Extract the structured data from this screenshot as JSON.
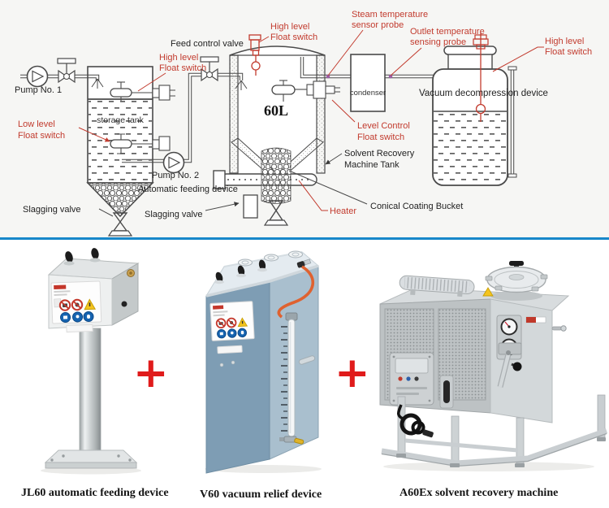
{
  "page": {
    "divider_color": "#1787c9",
    "schematic_background": "#f6f6f4"
  },
  "schematic": {
    "label_color_red": "#c23b2e",
    "label_color_black": "#222222",
    "sensor_dot_color": "#9c5fa5",
    "red_labels": {
      "high_level_storage": [
        "High level",
        "Float switch"
      ],
      "low_level_storage": [
        "Low level",
        "Float switch"
      ],
      "high_level_tank": [
        "High level",
        "Float switch"
      ],
      "steam_temp": [
        "Steam temperature",
        "sensor probe"
      ],
      "outlet_temp": [
        "Outlet temperature",
        "sensing probe"
      ],
      "high_level_vessel": [
        "High level",
        "Float switch"
      ],
      "level_control": [
        "Level Control",
        "Float switch"
      ],
      "heater": "Heater"
    },
    "black_labels": {
      "pump1": "Pump No. 1",
      "pump2": "Pump No. 2",
      "feed_control_valve": "Feed control valve",
      "storage_tank": "storage tank",
      "tank_volume": "60L",
      "automatic_feeding_device": "Automatic feeding device",
      "slagging_valve_left": "Slagging valve",
      "slagging_valve_center": "Slagging valve",
      "condenser": "condenser",
      "vacuum_device": "Vacuum decompression device",
      "solvent_tank": [
        "Solvent Recovery",
        "Machine Tank"
      ],
      "conical_bucket": "Conical Coating Bucket"
    }
  },
  "products": {
    "plus_sign": "+",
    "plus_color": "#e01b1b",
    "items": [
      {
        "caption": "JL60 automatic feeding device"
      },
      {
        "caption": "V60 vacuum relief device"
      },
      {
        "caption": "A60Ex solvent recovery machine"
      }
    ]
  }
}
